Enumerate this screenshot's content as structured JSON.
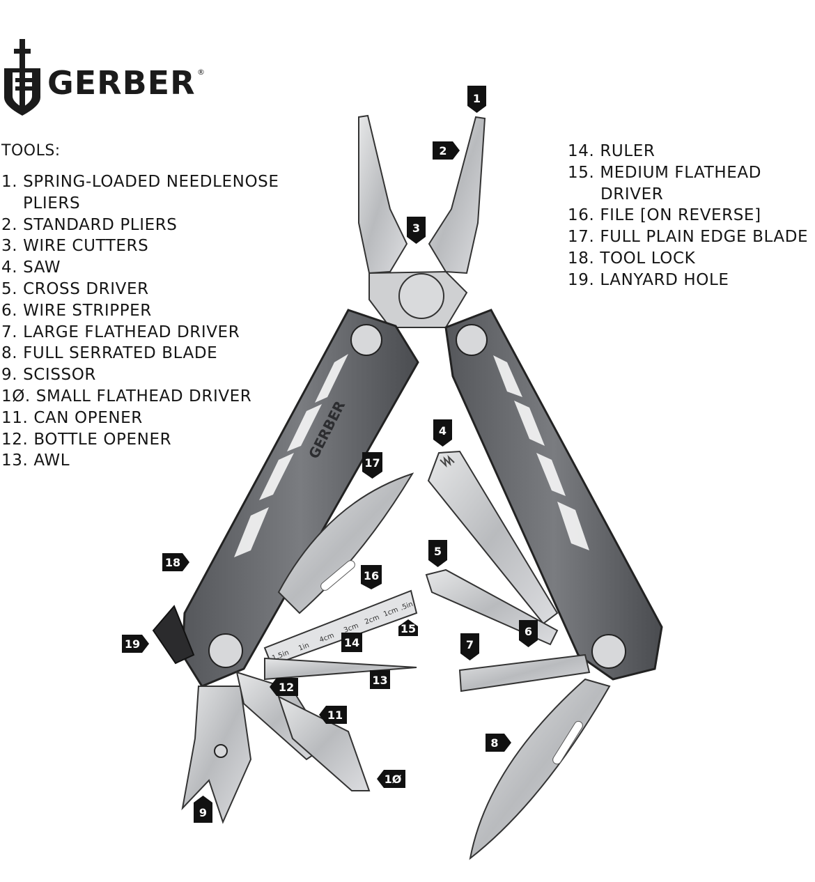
{
  "brand": {
    "name": "GERBER",
    "mark": "®"
  },
  "tools_heading": "TOOLS:",
  "tools": [
    {
      "num": "1.",
      "name": "SPRING-LOADED NEEDLENOSE",
      "cont": "PLIERS"
    },
    {
      "num": "2.",
      "name": "STANDARD PLIERS"
    },
    {
      "num": "3.",
      "name": "WIRE CUTTERS"
    },
    {
      "num": "4.",
      "name": "SAW"
    },
    {
      "num": "5.",
      "name": "CROSS DRIVER"
    },
    {
      "num": "6.",
      "name": "WIRE STRIPPER"
    },
    {
      "num": "7.",
      "name": "LARGE FLATHEAD DRIVER"
    },
    {
      "num": "8.",
      "name": "FULL SERRATED BLADE"
    },
    {
      "num": "9.",
      "name": "SCISSOR"
    },
    {
      "num": "1Ø.",
      "name": "SMALL FLATHEAD DRIVER"
    },
    {
      "num": "11.",
      "name": "CAN OPENER"
    },
    {
      "num": "12.",
      "name": "BOTTLE OPENER"
    },
    {
      "num": "13.",
      "name": "AWL"
    },
    {
      "num": "14.",
      "name": "RULER"
    },
    {
      "num": "15.",
      "name": "MEDIUM FLATHEAD",
      "cont": "DRIVER"
    },
    {
      "num": "16.",
      "name": "FILE [ON REVERSE]"
    },
    {
      "num": "17.",
      "name": "FULL PLAIN EDGE BLADE"
    },
    {
      "num": "18.",
      "name": "TOOL LOCK"
    },
    {
      "num": "19.",
      "name": "LANYARD HOLE"
    }
  ],
  "callouts": [
    "1",
    "2",
    "3",
    "4",
    "5",
    "6",
    "7",
    "8",
    "9",
    "1Ø",
    "11",
    "12",
    "13",
    "14",
    "15",
    "16",
    "17",
    "18",
    "19"
  ],
  "ruler_marks": [
    "1.5in",
    "1in",
    "4cm",
    "3cm",
    "2cm",
    "1cm",
    ".5in"
  ],
  "handle_engraving": "GERBER",
  "colors": {
    "ink": "#111111",
    "steel": "#c9cacc",
    "steel_dark": "#8d8f93",
    "handle": "#6e7074",
    "handle_dark": "#3b3d40"
  }
}
